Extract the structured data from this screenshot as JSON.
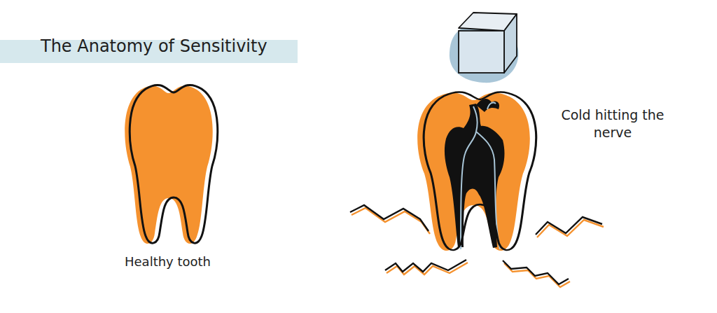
{
  "diagram": {
    "title": "The Anatomy of Sensitivity",
    "labels": [
      "Healthy tooth",
      "Cold hitting the nerve"
    ]
  }
}
